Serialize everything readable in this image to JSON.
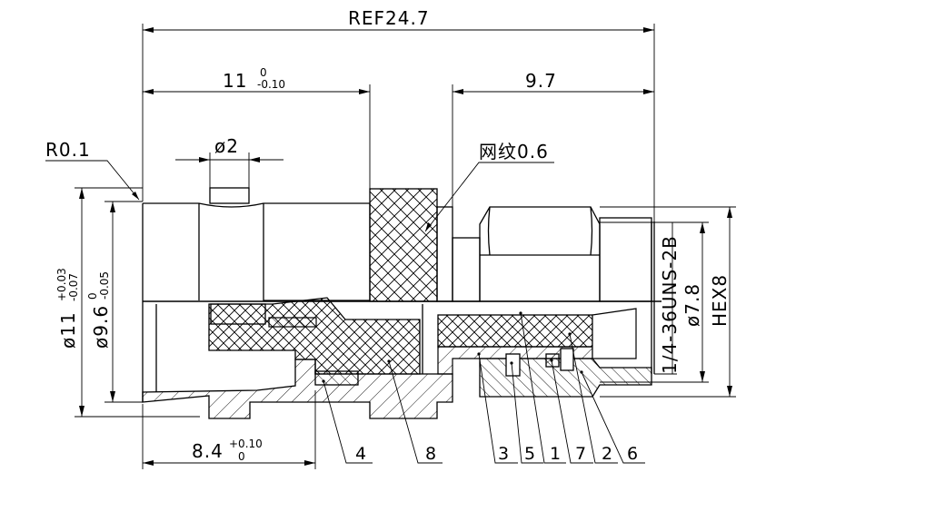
{
  "dimensions": {
    "overall_ref": "REF24.7",
    "left_length_main": "11",
    "left_length_tol_upper": "0",
    "left_length_tol_lower": "-0.10",
    "right_length": "9.7",
    "radius": "R0.1",
    "dia2": "ø2",
    "knurl": "网纹0.6",
    "dia11_main": "ø11",
    "dia11_tol_upper": "+0.03",
    "dia11_tol_lower": "-0.07",
    "dia96_main": "ø9.6",
    "dia96_tol_upper": "0",
    "dia96_tol_lower": "-0.05",
    "bottom_length_main": "8.4",
    "bottom_length_tol_upper": "+0.10",
    "bottom_length_tol_lower": "0",
    "thread": "1/4-36UNS-2B",
    "dia78": "ø7.8",
    "hex": "HEX8"
  },
  "balloons": [
    "4",
    "8",
    "3",
    "5",
    "1",
    "7",
    "2",
    "6"
  ],
  "colors": {
    "line": "#000000",
    "background": "#ffffff"
  }
}
